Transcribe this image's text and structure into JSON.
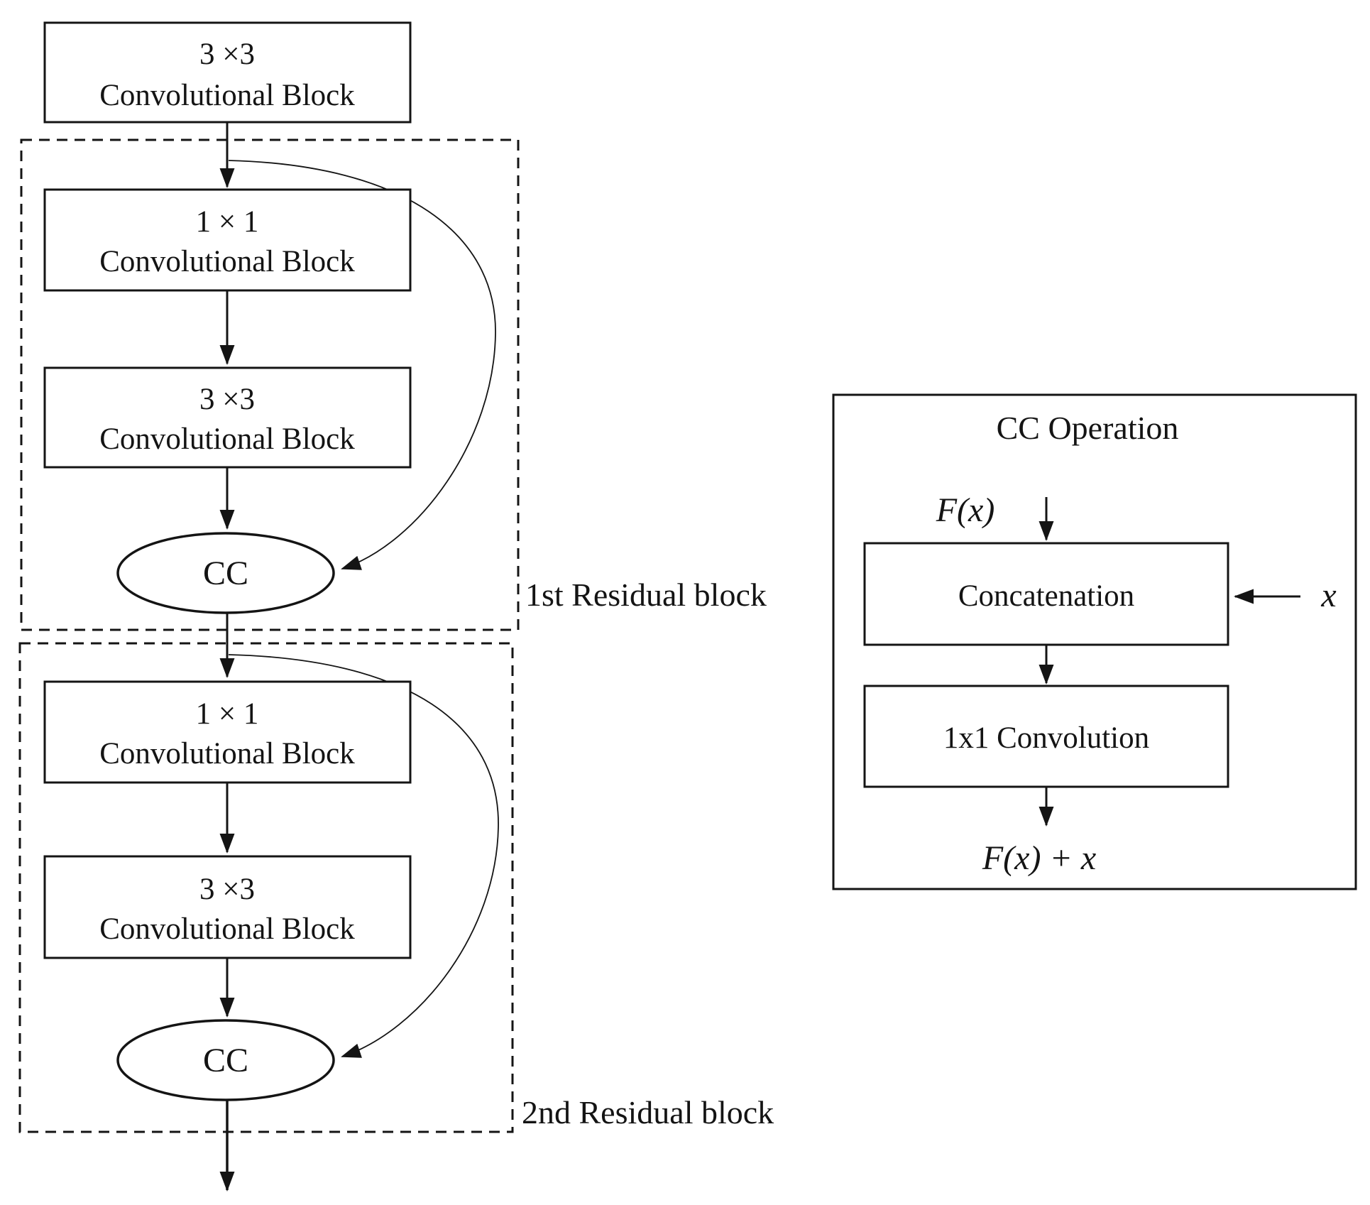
{
  "colors": {
    "ink": "#141414",
    "paper": "#ffffff"
  },
  "flow": {
    "stem": {
      "line1": "3 ×3",
      "line2": "Convolutional Block"
    },
    "blocks": [
      {
        "label": "1st Residual block",
        "conv1_line1": "1 × 1",
        "conv1_line2": "Convolutional Block",
        "conv2_line1": "3 ×3",
        "conv2_line2": "Convolutional Block",
        "merge": "CC"
      },
      {
        "label": "2nd Residual block",
        "conv1_line1": "1 × 1",
        "conv1_line2": "Convolutional Block",
        "conv2_line1": "3 ×3",
        "conv2_line2": "Convolutional Block",
        "merge": "CC"
      }
    ]
  },
  "panel": {
    "title": "CC Operation",
    "input_label": "F(x)",
    "residual_input_label": "x",
    "step1": "Concatenation",
    "step2": "1x1 Convolution",
    "output_label": "F(x) + x"
  }
}
